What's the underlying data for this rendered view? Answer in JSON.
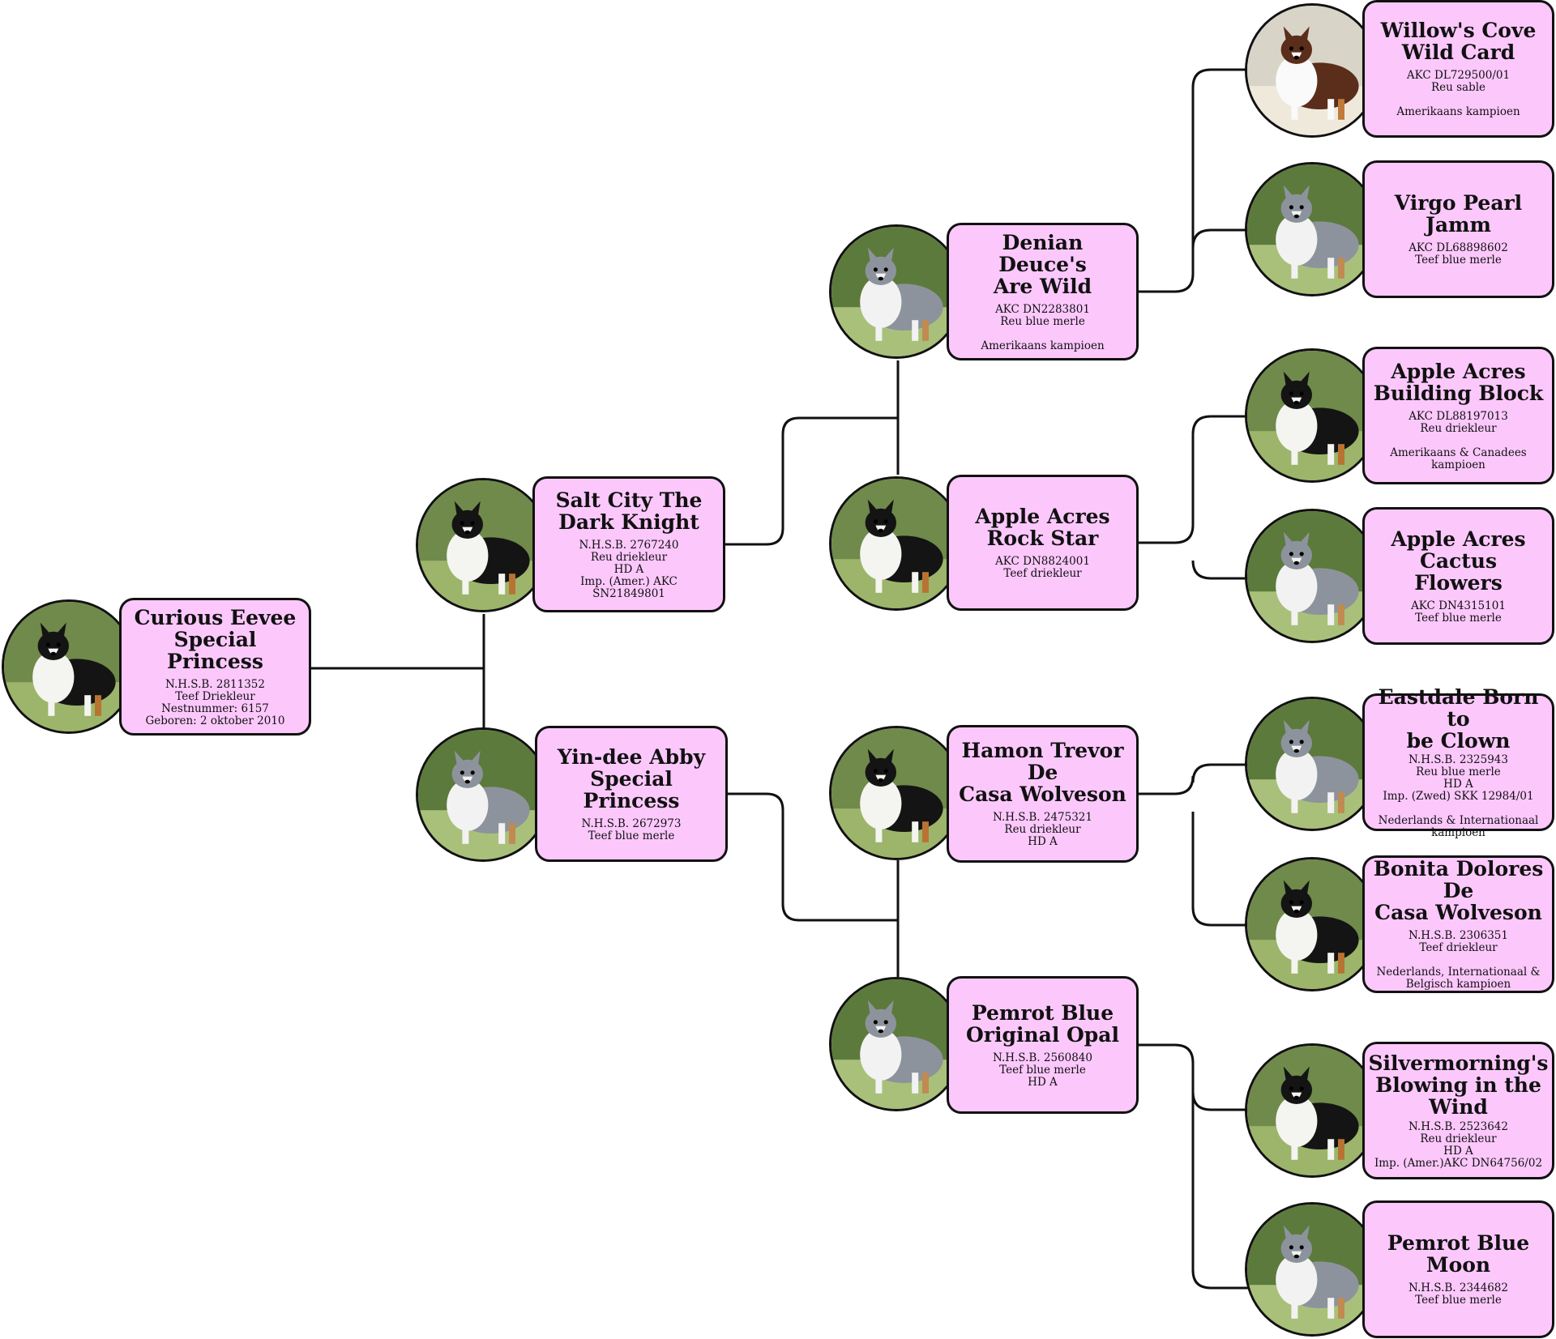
{
  "colors": {
    "card": "#fcc8fc",
    "border": "#111111",
    "line": "#111111"
  },
  "dogs": {
    "root": {
      "name": [
        "Curious Eevee",
        "Special Princess"
      ],
      "info": [
        "N.H.S.B. 2811352",
        "Teef Driekleur",
        "Nestnummer: 6157",
        "Geboren: 2 oktober 2010"
      ],
      "photo": "tricolor-puppy-photo"
    },
    "sire": {
      "name": [
        "Salt City The",
        "Dark Knight"
      ],
      "info": [
        "N.H.S.B. 2767240",
        "Reu driekleur",
        "HD A",
        "Imp. (Amer.) AKC SN21849801"
      ],
      "photo": "tricolor-sheltie-photo"
    },
    "dam": {
      "name": [
        "Yin-dee Abby",
        "Special Princess"
      ],
      "info": [
        "N.H.S.B. 2672973",
        "Teef blue merle"
      ],
      "photo": "blue-merle-sheltie-photo"
    },
    "ss": {
      "name": [
        "Denian Deuce's",
        "Are Wild"
      ],
      "info": [
        "AKC DN2283801",
        "Reu blue merle",
        "",
        "Amerikaans kampioen"
      ],
      "photo": "blue-merle-sheltie-photo"
    },
    "sd": {
      "name": [
        "Apple Acres",
        "Rock Star"
      ],
      "info": [
        "AKC DN8824001",
        "Teef driekleur"
      ],
      "photo": "tricolor-sheltie-photo"
    },
    "ds": {
      "name": [
        "Hamon Trevor De",
        "Casa Wolveson"
      ],
      "info": [
        "N.H.S.B. 2475321",
        "Reu driekleur",
        "HD A"
      ],
      "photo": "tricolor-sheltie-photo"
    },
    "dd": {
      "name": [
        "Pemrot Blue",
        "Original Opal"
      ],
      "info": [
        "N.H.S.B. 2560840",
        "Teef blue merle",
        "HD A"
      ],
      "photo": "blue-merle-sheltie-photo"
    },
    "sss": {
      "name": [
        "Willow's Cove",
        "Wild Card"
      ],
      "info": [
        "AKC DL729500/01",
        "Reu sable",
        "",
        "Amerikaans kampioen"
      ],
      "photo": "sable-sheltie-photo"
    },
    "ssd": {
      "name": [
        "Virgo Pearl",
        "Jamm"
      ],
      "info": [
        "AKC DL68898602",
        "Teef blue merle"
      ],
      "photo": "blue-merle-sheltie-photo"
    },
    "sds": {
      "name": [
        "Apple Acres",
        "Building Block"
      ],
      "info": [
        "AKC DL88197013",
        "Reu driekleur",
        "",
        "Amerikaans & Canadees",
        "kampioen"
      ],
      "photo": "tricolor-sheltie-photo"
    },
    "sdd": {
      "name": [
        "Apple Acres",
        "Cactus Flowers"
      ],
      "info": [
        "AKC DN4315101",
        "Teef blue merle"
      ],
      "photo": "blue-merle-sheltie-photo"
    },
    "dss": {
      "name": [
        "Eastdale Born to",
        "be Clown"
      ],
      "info": [
        "N.H.S.B. 2325943",
        "Reu blue merle",
        "HD A",
        "Imp. (Zwed) SKK 12984/01",
        "",
        "Nederlands & Internationaal",
        "kampioen"
      ],
      "photo": "blue-merle-sheltie-photo"
    },
    "dsd": {
      "name": [
        "Bonita Dolores De",
        "Casa Wolveson"
      ],
      "info": [
        "N.H.S.B. 2306351",
        "Teef driekleur",
        "",
        "Nederlands, Internationaal &",
        "Belgisch kampioen"
      ],
      "photo": "tricolor-sheltie-photo"
    },
    "dds": {
      "name": [
        "Silvermorning's",
        "Blowing in the",
        "Wind"
      ],
      "info": [
        "N.H.S.B. 2523642",
        "Reu driekleur",
        "HD A",
        "Imp. (Amer.)AKC DN64756/02"
      ],
      "photo": "tricolor-sheltie-photo"
    },
    "ddd": {
      "name": [
        "Pemrot Blue",
        "Moon"
      ],
      "info": [
        "N.H.S.B. 2344682",
        "Teef blue merle"
      ],
      "photo": "blue-merle-sheltie-photo"
    }
  }
}
